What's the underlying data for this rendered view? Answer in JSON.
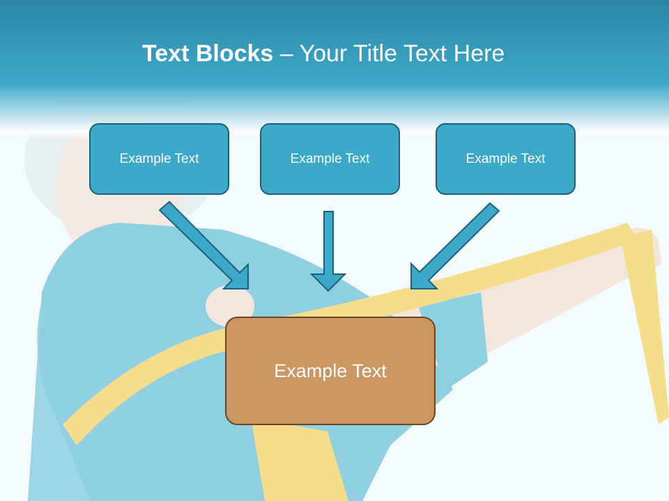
{
  "title": {
    "bold": "Text Blocks",
    "rest": " – Your Title Text Here"
  },
  "blocks": [
    {
      "label": "Example Text"
    },
    {
      "label": "Example Text"
    },
    {
      "label": "Example Text"
    }
  ],
  "center": {
    "label": "Example Text"
  },
  "colors": {
    "header": "#2a86a4",
    "box_fill": "#3da9c8",
    "box_border": "#1d5f78",
    "center_fill": "#cc9663",
    "center_border": "#6d4423",
    "arrow": "#3da9c8"
  }
}
